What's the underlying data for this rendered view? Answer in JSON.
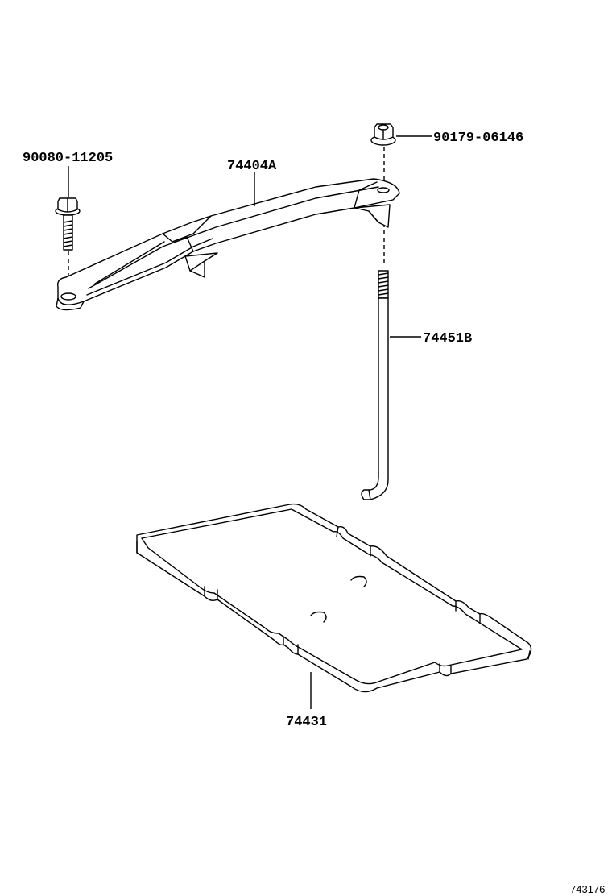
{
  "diagram": {
    "colors": {
      "line": "#000000",
      "background": "#ffffff"
    },
    "labels": {
      "bolt": "90080-11205",
      "nut": "90179-06146",
      "clamp": "74404A",
      "rod": "74451B",
      "tray": "74431"
    },
    "reference_number": "743176"
  }
}
